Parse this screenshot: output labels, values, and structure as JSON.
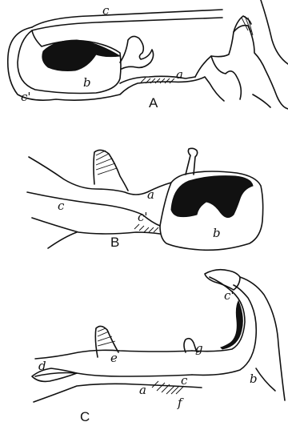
{
  "panels": [
    {
      "id": "A",
      "caption": "A",
      "labels": {
        "c": "c",
        "c_prime": "c'",
        "b": "b",
        "a": "a"
      }
    },
    {
      "id": "B",
      "caption": "B",
      "labels": {
        "c": "c",
        "a": "a",
        "c_prime": "c'",
        "b": "b"
      }
    },
    {
      "id": "C",
      "caption": "C",
      "labels": {
        "c_prime": "c'",
        "g": "g",
        "e": "e",
        "d": "d",
        "c": "c",
        "b": "b",
        "a": "a",
        "f": "f"
      }
    }
  ]
}
